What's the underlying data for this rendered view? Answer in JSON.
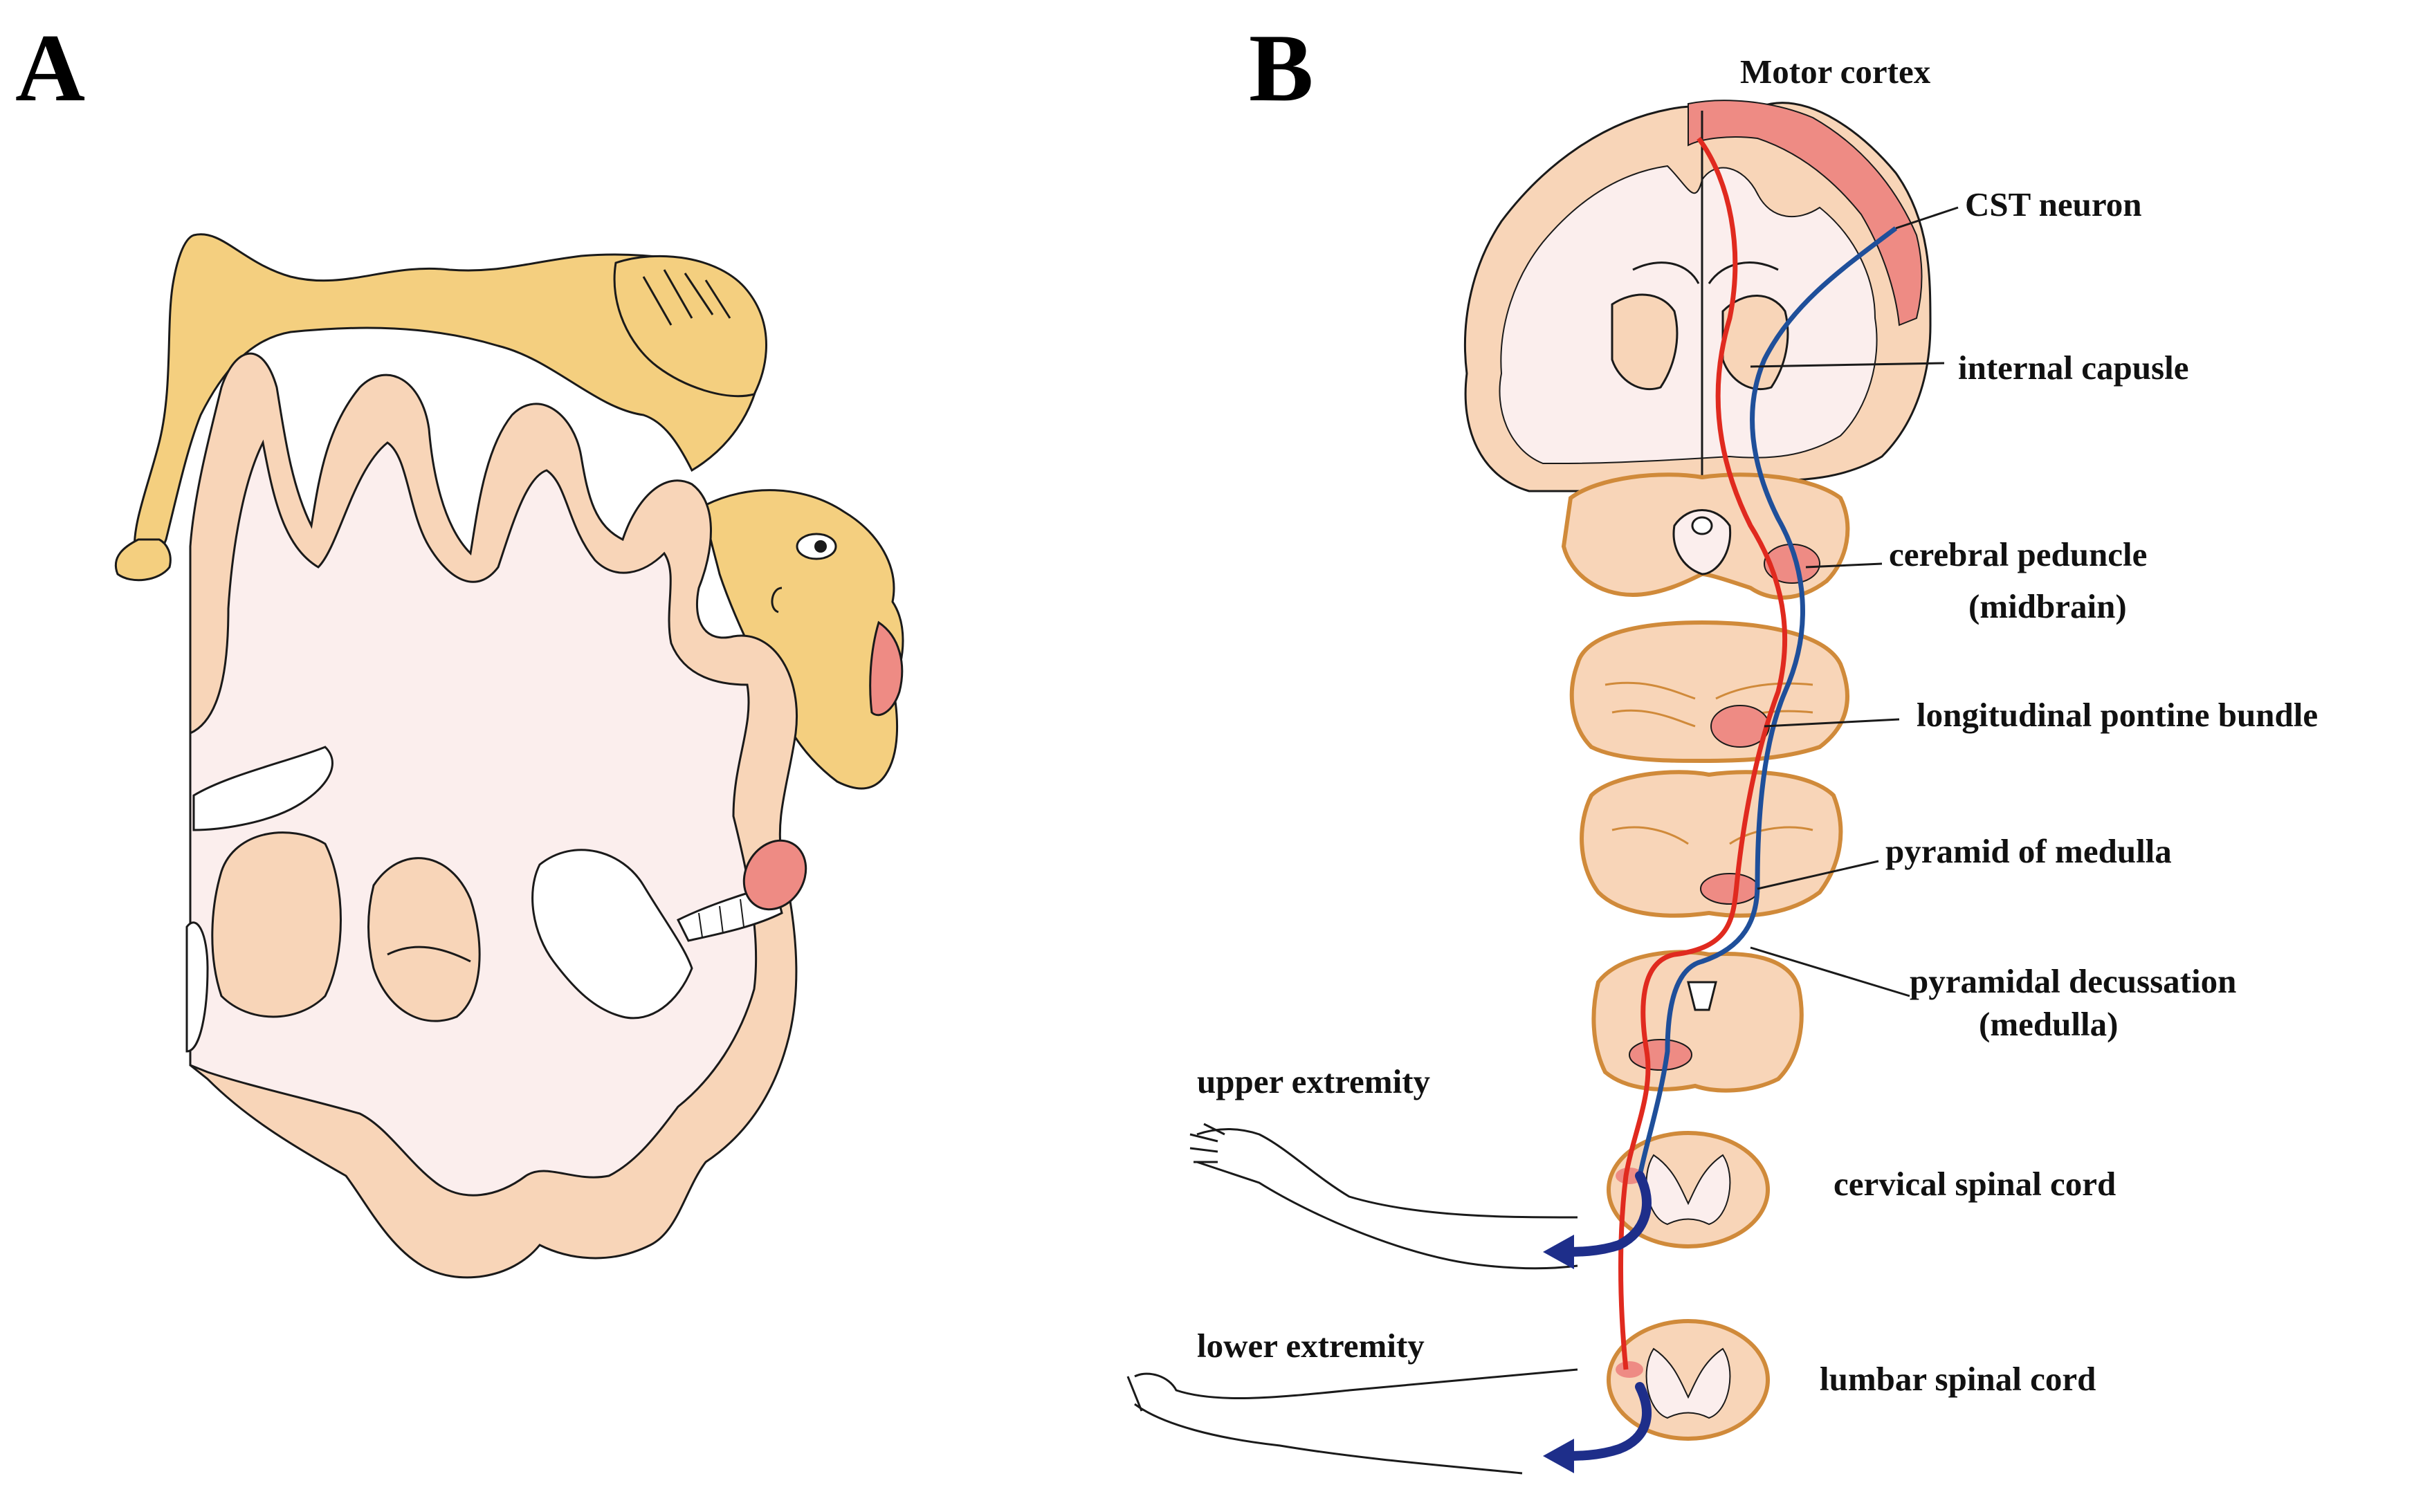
{
  "panels": {
    "a": "A",
    "b": "B"
  },
  "labels": {
    "motor_cortex": "Motor cortex",
    "cst_neuron": "CST neuron",
    "internal_capsule": "internal capusle",
    "cerebral_peduncle": "cerebral peduncle",
    "midbrain": "(midbrain)",
    "pontine_bundle": "longitudinal pontine bundle",
    "pyramid_medulla": "pyramid of medulla",
    "pyramidal_decussation": "pyramidal decussation",
    "medulla": "(medulla)",
    "upper_extremity": "upper extremity",
    "cervical_cord": "cervical spinal cord",
    "lower_extremity": "lower extremity",
    "lumbar_cord": "lumbar spinal cord"
  },
  "colors": {
    "cortex_fill": "#f8d5b8",
    "white_matter": "#fbeeed",
    "outline": "#1a1a1a",
    "homunculus": "#f4cf7f",
    "highlight": "#ee8b84",
    "tract_red": "#e02a1f",
    "tract_blue": "#1f4f9a",
    "arrow_dark_blue": "#1e2e8a",
    "brainstem_edge": "#d08a3a"
  }
}
